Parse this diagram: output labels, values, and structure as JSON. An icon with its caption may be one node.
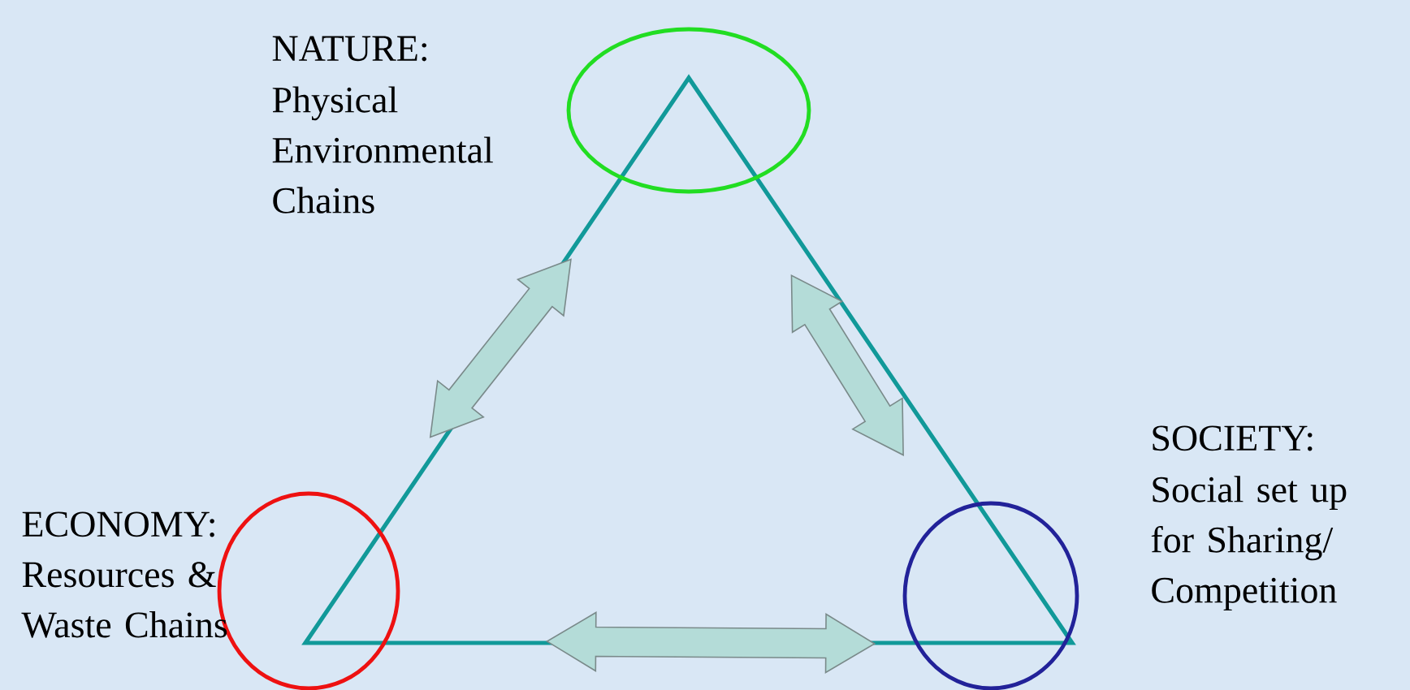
{
  "diagram": {
    "nodes": [
      {
        "text": [],
        "shape": "circle",
        "beside": [
          "NATURE:",
          "Physical Environmental Chains"
        ]
      },
      {
        "text": [],
        "shape": "circle",
        "beside": [
          "ECONOMY:",
          "Resources & Waste Chains"
        ]
      },
      {
        "text": [],
        "shape": "circle",
        "beside": [
          "SOCIETY:",
          "Social set up for Sharing/ Competition"
        ]
      }
    ],
    "edges": [
      {
        "from": 0,
        "to": 1,
        "arrow": "both"
      },
      {
        "from": 0,
        "to": 2,
        "arrow": "both"
      },
      {
        "from": 1,
        "to": 2,
        "arrow": "both"
      }
    ]
  }
}
